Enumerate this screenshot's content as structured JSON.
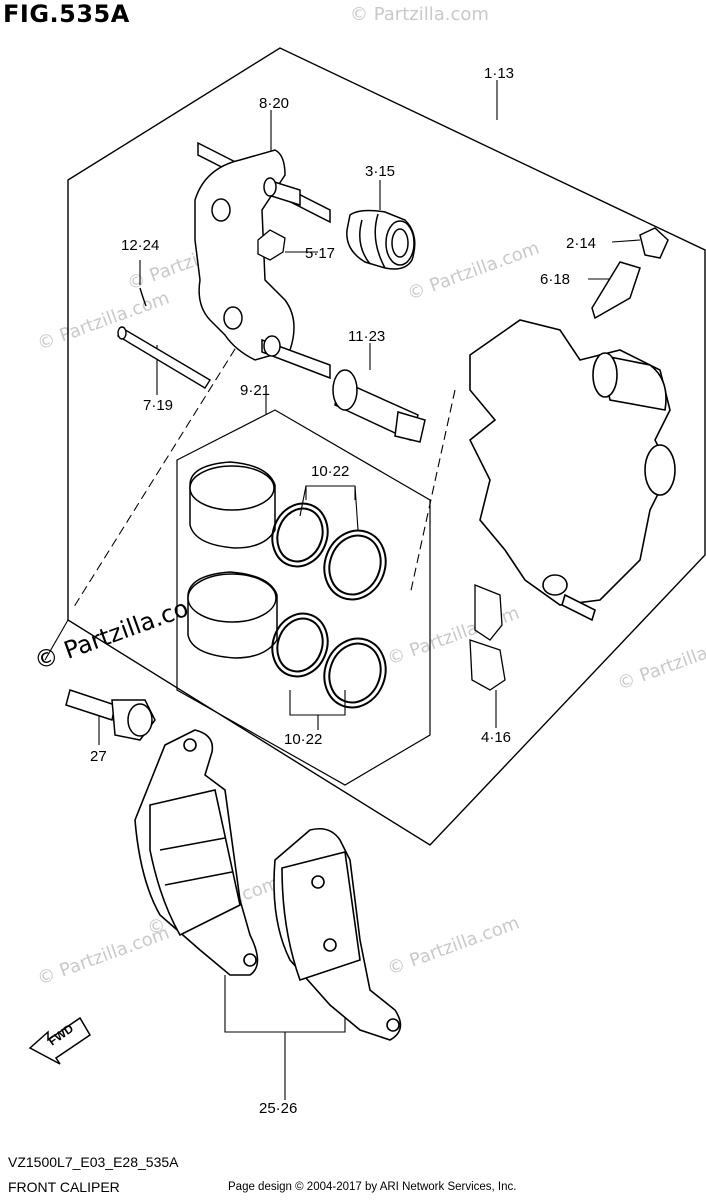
{
  "figure": {
    "title": "FIG.535A",
    "code": "VZ1500L7_E03_E28_535A",
    "name": "FRONT CALIPER",
    "credit": "Page design © 2004-2017 by ARI Network Services, Inc."
  },
  "watermark": "© Partzilla.com",
  "fwd_label": "FWD",
  "callouts": [
    {
      "id": "c-1-13",
      "text": "1·13"
    },
    {
      "id": "c-8-20",
      "text": "8·20"
    },
    {
      "id": "c-3-15",
      "text": "3·15"
    },
    {
      "id": "c-12-24",
      "text": "12·24"
    },
    {
      "id": "c-5-17",
      "text": "5·17"
    },
    {
      "id": "c-2-14",
      "text": "2·14"
    },
    {
      "id": "c-6-18",
      "text": "6·18"
    },
    {
      "id": "c-11-23",
      "text": "11·23"
    },
    {
      "id": "c-7-19",
      "text": "7·19"
    },
    {
      "id": "c-9-21",
      "text": "9·21"
    },
    {
      "id": "c-10-22-top",
      "text": "10·22"
    },
    {
      "id": "c-10-22-bottom",
      "text": "10·22"
    },
    {
      "id": "c-4-16",
      "text": "4·16"
    },
    {
      "id": "c-27",
      "text": "27"
    },
    {
      "id": "c-25-26",
      "text": "25·26"
    }
  ],
  "colors": {
    "line": "#000000",
    "watermark": "#c9c9c9",
    "background": "#ffffff"
  }
}
